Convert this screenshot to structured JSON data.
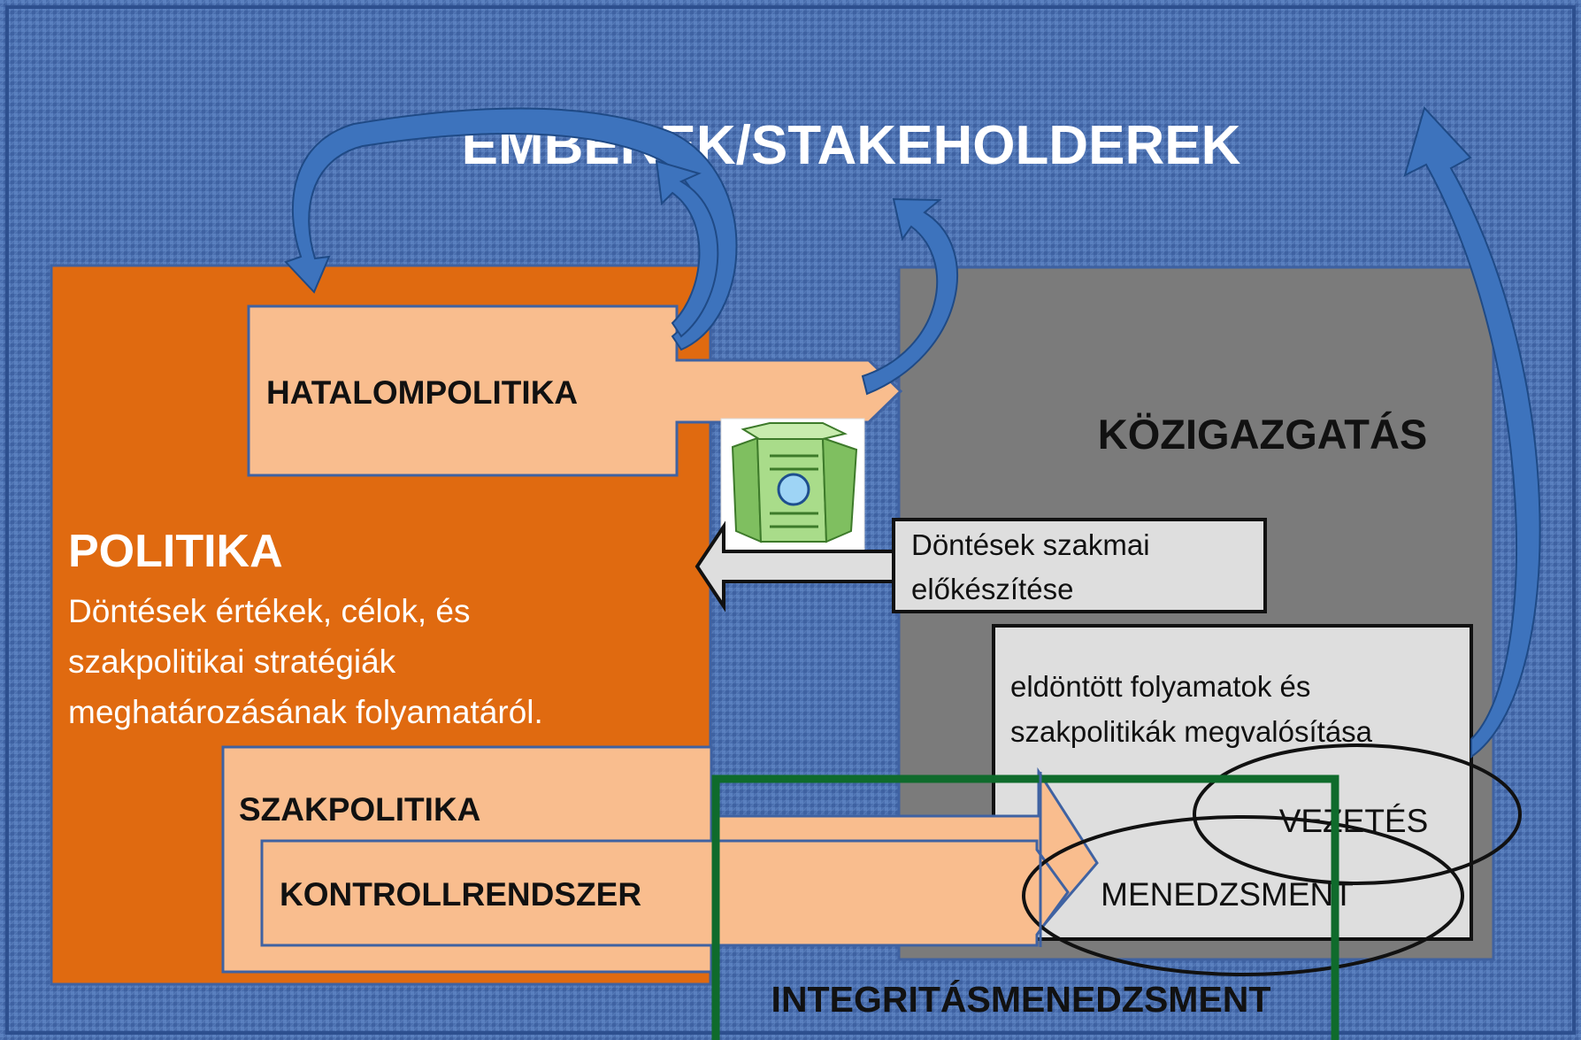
{
  "title": "EMBEREK/STAKEHOLDEREK",
  "politika": {
    "heading": "POLITIKA",
    "description_lines": [
      "Döntések értékek, célok, és",
      "szakpolitikai stratégiák",
      "meghatározásának folyamatáról."
    ]
  },
  "hatalompolitika": "HATALOMPOLITIKA",
  "szakpolitika": "SZAKPOLITIKA",
  "kontrollrendszer": "KONTROLLRENDSZER",
  "kozigazgatas": "KÖZIGAZGATÁS",
  "dontesek_box": {
    "lines": [
      "Döntések szakmai",
      "előkészítése"
    ]
  },
  "megvalositas_box": {
    "lines": [
      "eldöntött folyamatok és",
      "szakpolitikák megvalósítása"
    ]
  },
  "vezetes": "VEZETÉS",
  "menedzsment": "MENEDZSMENT",
  "integritas": "INTEGRITÁSMENEDZSMENT",
  "colors": {
    "background": "#4a6faf",
    "politika": "#e06a10",
    "light_orange": "#f9bd8e",
    "kozigazgatas": "#7b7b7b",
    "light_gray": "#dedede",
    "blue_arrow": "#3d73bd",
    "integritas_frame": "#0f6b2c"
  }
}
